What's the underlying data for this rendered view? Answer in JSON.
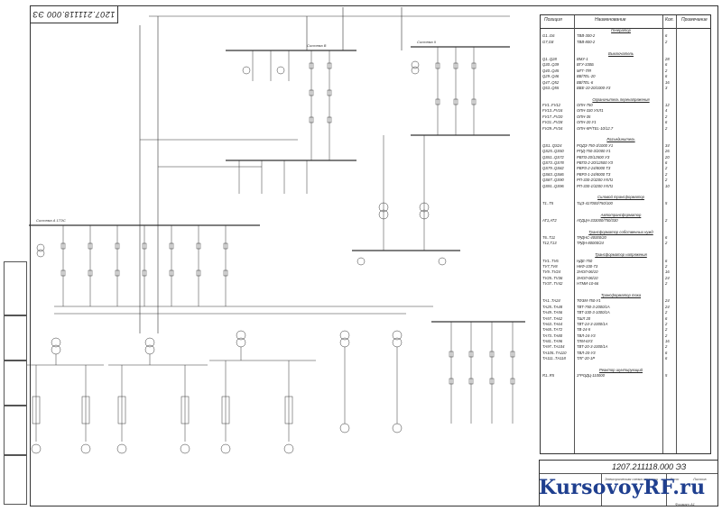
{
  "drawing": {
    "code_top": "1207.211118.000 ЭЗ",
    "code_block": "1207.211118.000 ЭЗ",
    "bus_labels": [
      "Система В",
      "Система II",
      "Система А 1ТЭС"
    ],
    "tb_title": "Электрическая схема станции",
    "tb_sheet": "Лист",
    "tb_sheets": "Листов",
    "tb_format": "Формат А1"
  },
  "watermark": {
    "brand": "KursovoyRF",
    "tld": ".ru"
  },
  "spec_table": {
    "headers": [
      "Позиция",
      "Наименование",
      "Кол.",
      "Примечание"
    ],
    "rows": [
      {
        "pos": "",
        "name": "Генератор",
        "qty": "",
        "head": true
      },
      {
        "pos": "G1..G6",
        "name": "ТВВ-300-2",
        "qty": "6"
      },
      {
        "pos": "G7,G8",
        "name": "ТВВ-800-2",
        "qty": "2"
      },
      {
        "pos": "",
        "name": "",
        "qty": ""
      },
      {
        "pos": "",
        "name": "Выключатель",
        "qty": "",
        "head": true
      },
      {
        "pos": "Q1..Q28",
        "name": "ВМУ-1",
        "qty": "28"
      },
      {
        "pos": "Q30..Q39",
        "name": "ВГУ-330Б",
        "qty": "6"
      },
      {
        "pos": "Q40..Q45",
        "name": "МГГ-7/Я",
        "qty": "2"
      },
      {
        "pos": "Q29..Q46",
        "name": "ВВ/TEL-20",
        "qty": "6"
      },
      {
        "pos": "Q47..Q52",
        "name": "ВВ/TEL-6",
        "qty": "16"
      },
      {
        "pos": "Q53..Q55",
        "name": "ВВЕ-10-20/1000-У3",
        "qty": "3"
      },
      {
        "pos": "",
        "name": "",
        "qty": ""
      },
      {
        "pos": "",
        "name": "Ограничитель перенапряжения",
        "qty": "",
        "head": true
      },
      {
        "pos": "FV1..FV12",
        "name": "ОПН-750",
        "qty": "12"
      },
      {
        "pos": "FV13..FV16",
        "name": "ОПН-330 УХЛ1",
        "qty": "4"
      },
      {
        "pos": "FV17..FV20",
        "name": "ОПН-35",
        "qty": "2"
      },
      {
        "pos": "FV21..FV28",
        "name": "ОПН-20 У1",
        "qty": "6"
      },
      {
        "pos": "FV29..FV34",
        "name": "ОПН-КР/TEL-10/12.7",
        "qty": "2"
      },
      {
        "pos": "",
        "name": "",
        "qty": ""
      },
      {
        "pos": "",
        "name": "Разъединитель",
        "qty": "",
        "head": true
      },
      {
        "pos": "QS1..QS24",
        "name": "РОДЗ-750-3/1000 У1",
        "qty": "34"
      },
      {
        "pos": "QS25..QS50",
        "name": "РПД-750-3/2000 У1",
        "qty": "26"
      },
      {
        "pos": "QS51..QS72",
        "name": "РВП3-20/12500 УЗ",
        "qty": "20"
      },
      {
        "pos": "QS73..QS78",
        "name": "РВП3-2-20/12500 УЗ",
        "qty": "6"
      },
      {
        "pos": "QS79..QS82",
        "name": "РВРЗ-2-24/8000 ТЗ",
        "qty": "2"
      },
      {
        "pos": "QS83..QS86",
        "name": "РВРЗ-1-24/8000 ТЗ",
        "qty": "2"
      },
      {
        "pos": "QS87..QS90",
        "name": "РП-330-2/3200 УХЛ1",
        "qty": "2"
      },
      {
        "pos": "QS91..QS96",
        "name": "РП-330-1/3200 УХЛ1",
        "qty": "10"
      },
      {
        "pos": "",
        "name": "",
        "qty": ""
      },
      {
        "pos": "",
        "name": "Силовой трансформатор",
        "qty": "",
        "head": true
      },
      {
        "pos": "Т1..Т5",
        "name": "ТЦЗ-417000/750/100",
        "qty": "5"
      },
      {
        "pos": "",
        "name": "",
        "qty": ""
      },
      {
        "pos": "",
        "name": "Автотрансформатор",
        "qty": "",
        "head": true
      },
      {
        "pos": "АТ1,АТ2",
        "name": "АТДЦН-333000/750/330",
        "qty": "2"
      },
      {
        "pos": "",
        "name": "",
        "qty": ""
      },
      {
        "pos": "",
        "name": "Трансформатор собственных нужд",
        "qty": "",
        "head": true
      },
      {
        "pos": "Т6..Т11",
        "name": "ТРДНС-40000/20",
        "qty": "6"
      },
      {
        "pos": "Т12,Т13",
        "name": "ТРДН-80000/24",
        "qty": "2"
      },
      {
        "pos": "",
        "name": "",
        "qty": ""
      },
      {
        "pos": "",
        "name": "Трансформатор напряжения",
        "qty": "",
        "head": true
      },
      {
        "pos": "TV1..TV6",
        "name": "НДЕ-750",
        "qty": "6"
      },
      {
        "pos": "TV7,TV8",
        "name": "НКФ-330-73",
        "qty": "2"
      },
      {
        "pos": "TV9..TV24",
        "name": "ЗНОЛ-06/10",
        "qty": "16"
      },
      {
        "pos": "TV25..TV36",
        "name": "ЗНОЛ-06/10",
        "qty": "24"
      },
      {
        "pos": "TV37..TV42",
        "name": "НТМИ-10-66",
        "qty": "2"
      },
      {
        "pos": "",
        "name": "",
        "qty": ""
      },
      {
        "pos": "",
        "name": "Трансформатор тока",
        "qty": "",
        "head": true
      },
      {
        "pos": "ТА1..ТА24",
        "name": "ТФЗМ-750-У1",
        "qty": "24"
      },
      {
        "pos": "ТА25..ТА48",
        "name": "ТВТ-750-3-2000/1А",
        "qty": "24"
      },
      {
        "pos": "ТА49..ТА56",
        "name": "ТВТ-330-3-1000/1А",
        "qty": "2"
      },
      {
        "pos": "ТА57..ТА62",
        "name": "ТШЛ 20",
        "qty": "6"
      },
      {
        "pos": "ТА63..ТА64",
        "name": "ТВТ-24-3-1000/1А",
        "qty": "2"
      },
      {
        "pos": "ТА65..ТА72",
        "name": "ТВ-24-II",
        "qty": "2"
      },
      {
        "pos": "ТА73..ТА80",
        "name": "ТВЛ-24-У3",
        "qty": "2"
      },
      {
        "pos": "ТА81..ТА96",
        "name": "ТЛМ-6У3",
        "qty": "16"
      },
      {
        "pos": "ТА97..ТА104",
        "name": "ТВТ-20-3-1000/1А",
        "qty": "2"
      },
      {
        "pos": "ТА105..ТА110",
        "name": "ТВЛ-20-У3",
        "qty": "6"
      },
      {
        "pos": "ТА111..ТА118",
        "name": "ТЛГ-20-1Р",
        "qty": "6"
      },
      {
        "pos": "",
        "name": "",
        "qty": ""
      },
      {
        "pos": "",
        "name": "Реактор шунтирующий",
        "qty": "",
        "head": true
      },
      {
        "pos": "R1..R5",
        "name": "3*РОДЦ-110000",
        "qty": "5"
      }
    ]
  }
}
